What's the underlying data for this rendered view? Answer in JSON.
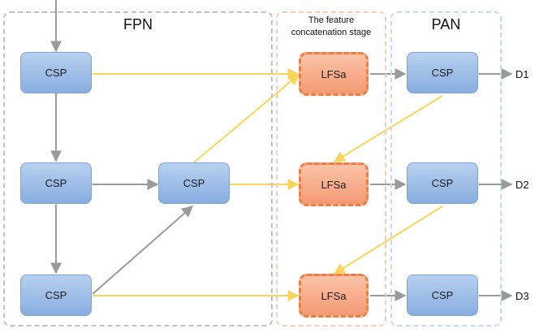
{
  "regions": {
    "fpn": {
      "title": "FPN"
    },
    "concat": {
      "title": "The feature\nconcatenation stage"
    },
    "pan": {
      "title": "PAN"
    }
  },
  "nodes": {
    "fpn_csp_1": "CSP",
    "fpn_csp_2": "CSP",
    "fpn_csp_3": "CSP",
    "fpn_csp_mid": "CSP",
    "lfsa_1": "LFSa",
    "lfsa_2": "LFSa",
    "lfsa_3": "LFSa",
    "pan_csp_1": "CSP",
    "pan_csp_2": "CSP",
    "pan_csp_3": "CSP"
  },
  "outputs": [
    "D1",
    "D2",
    "D3"
  ],
  "colors": {
    "gray_arrow": "#9a9a9a",
    "yellow_arrow": "#fbd55a",
    "csp_fill": "#9dbde8",
    "lfsa_fill": "#f8ad8a",
    "lfsa_border": "#ef7d3f"
  }
}
